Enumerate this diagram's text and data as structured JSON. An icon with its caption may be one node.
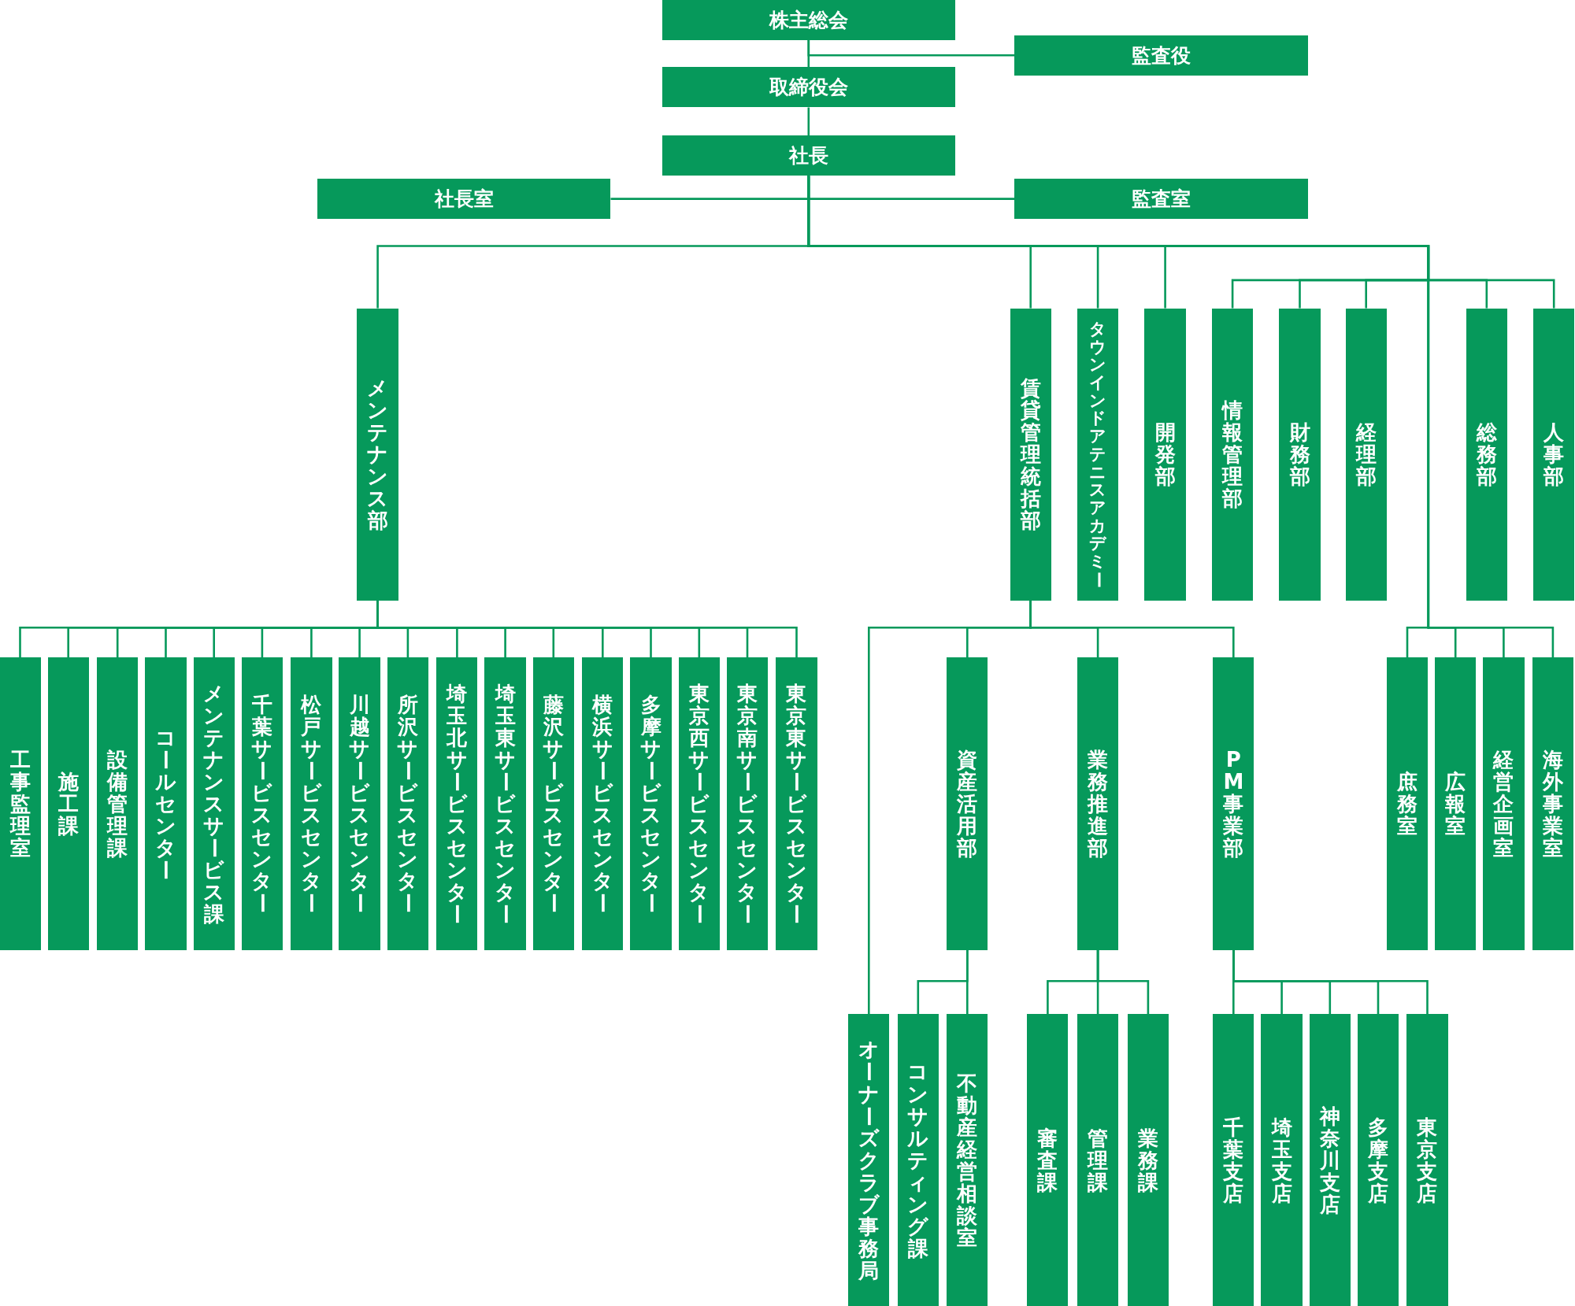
{
  "diagram": {
    "nodes": [
      {
        "text": [
          "株主総会"
        ]
      },
      {
        "text": [
          "監査役"
        ]
      },
      {
        "text": [
          "取締役会"
        ]
      },
      {
        "text": [
          "社長"
        ]
      },
      {
        "text": [
          "社長室"
        ]
      },
      {
        "text": [
          "監査室"
        ]
      },
      {
        "text": [
          "メンテナンス部"
        ]
      },
      {
        "text": [
          "賃貸管理統括部"
        ]
      },
      {
        "text": [
          "タウンインドアテニスアカデミー"
        ]
      },
      {
        "text": [
          "開発部"
        ]
      },
      {
        "text": [
          "情報管理部"
        ]
      },
      {
        "text": [
          "財務部"
        ]
      },
      {
        "text": [
          "経理部"
        ]
      },
      {
        "text": [
          "総務部"
        ]
      },
      {
        "text": [
          "人事部"
        ]
      },
      {
        "text": [
          "工事監理室"
        ]
      },
      {
        "text": [
          "施工課"
        ]
      },
      {
        "text": [
          "設備管理課"
        ]
      },
      {
        "text": [
          "コールセンター"
        ]
      },
      {
        "text": [
          "メンテナンスサービス課"
        ]
      },
      {
        "text": [
          "千葉サービスセンター"
        ]
      },
      {
        "text": [
          "松戸サービスセンター"
        ]
      },
      {
        "text": [
          "川越サービスセンター"
        ]
      },
      {
        "text": [
          "所沢サービスセンター"
        ]
      },
      {
        "text": [
          "埼玉北サービスセンター"
        ]
      },
      {
        "text": [
          "埼玉東サービスセンター"
        ]
      },
      {
        "text": [
          "藤沢サービスセンター"
        ]
      },
      {
        "text": [
          "横浜サービスセンター"
        ]
      },
      {
        "text": [
          "多摩サービスセンター"
        ]
      },
      {
        "text": [
          "東京西サービスセンター"
        ]
      },
      {
        "text": [
          "東京南サービスセンター"
        ]
      },
      {
        "text": [
          "東京東サービスセンター"
        ]
      },
      {
        "text": [
          "資産活用部"
        ]
      },
      {
        "text": [
          "業務推進部"
        ]
      },
      {
        "text": [
          "PM事業部"
        ]
      },
      {
        "text": [
          "庶務室"
        ]
      },
      {
        "text": [
          "広報室"
        ]
      },
      {
        "text": [
          "経営企画室"
        ]
      },
      {
        "text": [
          "海外事業室"
        ]
      },
      {
        "text": [
          "オーナーズクラブ事務局"
        ]
      },
      {
        "text": [
          "コンサルティング課"
        ]
      },
      {
        "text": [
          "不動産経営相談室"
        ]
      },
      {
        "text": [
          "審査課"
        ]
      },
      {
        "text": [
          "管理課"
        ]
      },
      {
        "text": [
          "業務課"
        ]
      },
      {
        "text": [
          "千葉支店"
        ]
      },
      {
        "text": [
          "埼玉支店"
        ]
      },
      {
        "text": [
          "神奈川支店"
        ]
      },
      {
        "text": [
          "多摩支店"
        ]
      },
      {
        "text": [
          "東京支店"
        ]
      }
    ],
    "edges": [
      {
        "from": 0,
        "to": 2,
        "arrow": "none"
      },
      {
        "from": 0,
        "to": 1,
        "arrow": "none"
      },
      {
        "from": 2,
        "to": 3,
        "arrow": "none"
      },
      {
        "from": 3,
        "to": 4,
        "arrow": "none"
      },
      {
        "from": 3,
        "to": 5,
        "arrow": "none"
      },
      {
        "from": 3,
        "to": 6,
        "arrow": "none"
      },
      {
        "from": 3,
        "to": 7,
        "arrow": "none"
      },
      {
        "from": 3,
        "to": 8,
        "arrow": "none"
      },
      {
        "from": 3,
        "to": 9,
        "arrow": "none"
      },
      {
        "from": 3,
        "to": 10,
        "arrow": "none"
      },
      {
        "from": 3,
        "to": 11,
        "arrow": "none"
      },
      {
        "from": 3,
        "to": 12,
        "arrow": "none"
      },
      {
        "from": 3,
        "to": 13,
        "arrow": "none"
      },
      {
        "from": 3,
        "to": 14,
        "arrow": "none"
      },
      {
        "from": 3,
        "to": 35,
        "arrow": "none"
      },
      {
        "from": 3,
        "to": 36,
        "arrow": "none"
      },
      {
        "from": 3,
        "to": 37,
        "arrow": "none"
      },
      {
        "from": 3,
        "to": 38,
        "arrow": "none"
      },
      {
        "from": 6,
        "to": 15,
        "arrow": "none"
      },
      {
        "from": 6,
        "to": 16,
        "arrow": "none"
      },
      {
        "from": 6,
        "to": 17,
        "arrow": "none"
      },
      {
        "from": 6,
        "to": 18,
        "arrow": "none"
      },
      {
        "from": 6,
        "to": 19,
        "arrow": "none"
      },
      {
        "from": 6,
        "to": 20,
        "arrow": "none"
      },
      {
        "from": 6,
        "to": 21,
        "arrow": "none"
      },
      {
        "from": 6,
        "to": 22,
        "arrow": "none"
      },
      {
        "from": 6,
        "to": 23,
        "arrow": "none"
      },
      {
        "from": 6,
        "to": 24,
        "arrow": "none"
      },
      {
        "from": 6,
        "to": 25,
        "arrow": "none"
      },
      {
        "from": 6,
        "to": 26,
        "arrow": "none"
      },
      {
        "from": 6,
        "to": 27,
        "arrow": "none"
      },
      {
        "from": 6,
        "to": 28,
        "arrow": "none"
      },
      {
        "from": 6,
        "to": 29,
        "arrow": "none"
      },
      {
        "from": 6,
        "to": 30,
        "arrow": "none"
      },
      {
        "from": 6,
        "to": 31,
        "arrow": "none"
      },
      {
        "from": 7,
        "to": 39,
        "arrow": "none"
      },
      {
        "from": 7,
        "to": 32,
        "arrow": "none"
      },
      {
        "from": 7,
        "to": 33,
        "arrow": "none"
      },
      {
        "from": 7,
        "to": 34,
        "arrow": "none"
      },
      {
        "from": 32,
        "to": 40,
        "arrow": "none"
      },
      {
        "from": 32,
        "to": 41,
        "arrow": "none"
      },
      {
        "from": 33,
        "to": 42,
        "arrow": "none"
      },
      {
        "from": 33,
        "to": 43,
        "arrow": "none"
      },
      {
        "from": 33,
        "to": 44,
        "arrow": "none"
      },
      {
        "from": 34,
        "to": 45,
        "arrow": "none"
      },
      {
        "from": 34,
        "to": 46,
        "arrow": "none"
      },
      {
        "from": 34,
        "to": 47,
        "arrow": "none"
      },
      {
        "from": 34,
        "to": 48,
        "arrow": "none"
      },
      {
        "from": 34,
        "to": 49,
        "arrow": "none"
      }
    ]
  }
}
